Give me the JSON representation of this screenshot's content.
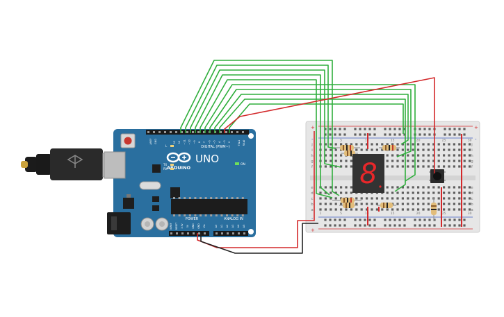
{
  "arduino": {
    "brand": "ARDUINO",
    "model": "UNO",
    "on_label": "ON",
    "digital_label": "DIGITAL (PWM~)",
    "analog_label": "ANALOG IN",
    "power_label": "POWER",
    "tx_label": "TX",
    "rx_label": "RX",
    "l_label": "L",
    "txd_label": "TX▸1",
    "rxd_label": "RX◂0",
    "aref_label": "AREF",
    "gnd_label": "GND",
    "digital_pins": [
      "13",
      "12",
      "~11",
      "~10",
      "~9",
      "8",
      "7",
      "~6",
      "~5",
      "4",
      "~3",
      "2"
    ],
    "power_pins": [
      "IOREF",
      "RESET",
      "3.3V",
      "5V",
      "GND",
      "GND",
      "Vin"
    ],
    "analog_pins": [
      "A0",
      "A1",
      "A2",
      "A3",
      "A4",
      "A5"
    ]
  },
  "breadboard": {
    "row_letters_top": [
      "j",
      "i",
      "h",
      "g",
      "f"
    ],
    "row_letters_bottom": [
      "e",
      "d",
      "c",
      "b",
      "a"
    ],
    "column_numbers": [
      "1",
      "5",
      "10",
      "15",
      "20",
      "25",
      "30"
    ],
    "rail_plus": "+",
    "rail_minus": "-"
  },
  "display": {
    "digit": "8"
  },
  "colors": {
    "board": "#2a6f9f",
    "signal_wire": "#2fae3c",
    "power_wire": "#d3282a",
    "ground_wire": "#222222",
    "segment": "#e8272a"
  }
}
